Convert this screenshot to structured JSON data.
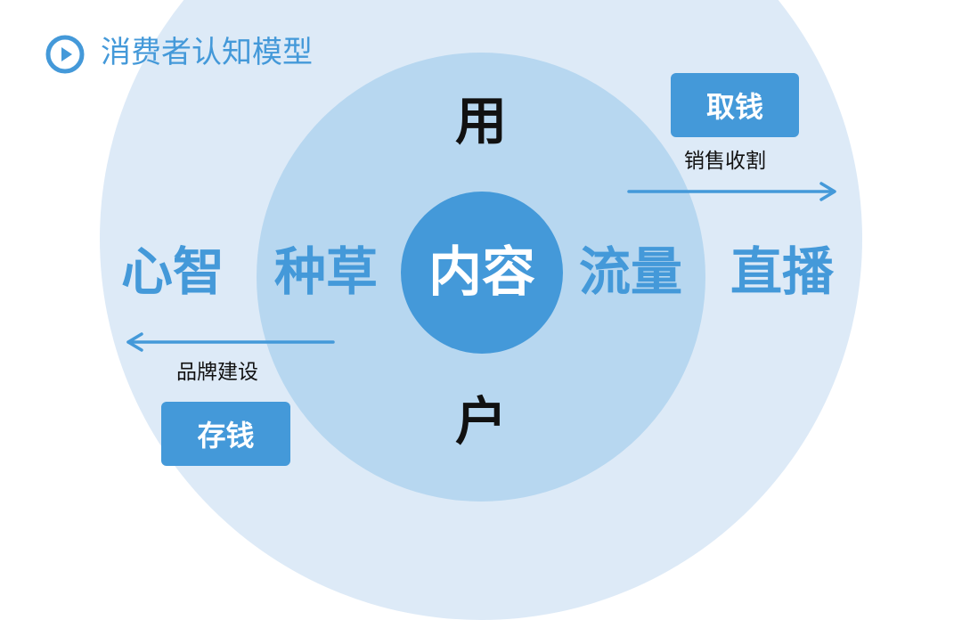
{
  "title": "消费者认知模型",
  "icons": {
    "title_icon": "play-circle-icon"
  },
  "colors": {
    "accent": "#4499d9",
    "outer_ring": "#ddeaf7",
    "middle_ring": "#b7d7f0",
    "text_dark": "#111111"
  },
  "diagram": {
    "core": "内容",
    "user_top": "用",
    "user_bottom": "户",
    "left_outer": "心智",
    "left_inner": "种草",
    "right_inner": "流量",
    "right_outer": "直播",
    "take": {
      "label": "取钱",
      "note": "销售收割"
    },
    "save": {
      "label": "存钱",
      "note": "品牌建设"
    }
  }
}
